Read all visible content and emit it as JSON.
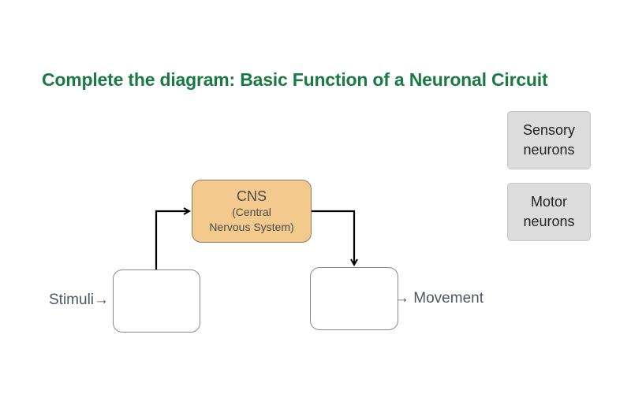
{
  "title": "Complete the diagram: Basic Function of a Neuronal Circuit",
  "diagram": {
    "cns": {
      "label": "CNS",
      "sub_line1": "(Central",
      "sub_line2": "Nervous System)"
    },
    "input_label": "Stimuli",
    "input_arrow": "→",
    "output_label": "Movement",
    "output_arrow": "→",
    "blank_slots": [
      {
        "id": "input-slot",
        "value": ""
      },
      {
        "id": "output-slot",
        "value": ""
      }
    ]
  },
  "answer_cards": [
    {
      "line1": "Sensory",
      "line2": "neurons"
    },
    {
      "line1": "Motor",
      "line2": "neurons"
    }
  ],
  "colors": {
    "title": "#1a7a45",
    "cns_fill": "#f3c98e",
    "card_fill": "#dcdcdc"
  }
}
